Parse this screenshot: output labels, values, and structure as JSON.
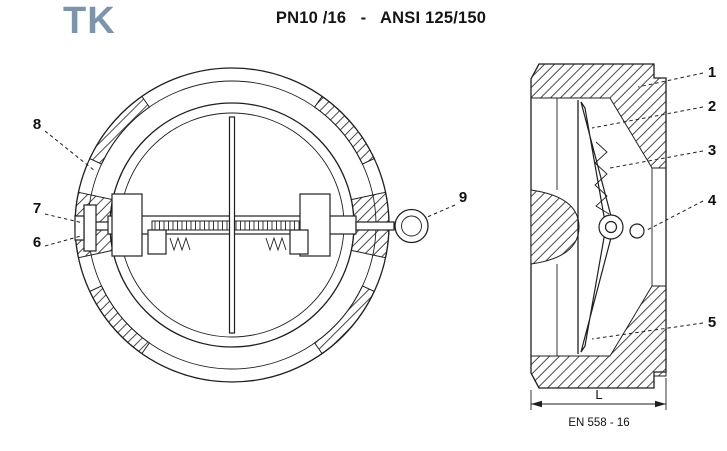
{
  "header": {
    "logo": "TK",
    "title": "PN10 /16   -   ANSI 125/150"
  },
  "callouts": {
    "n1": "1",
    "n2": "2",
    "n3": "3",
    "n4": "4",
    "n5": "5",
    "n6": "6",
    "n7": "7",
    "n8": "8",
    "n9": "9"
  },
  "dimension": {
    "length_label": "L",
    "standard": "EN 558 - 16"
  },
  "colors": {
    "ink": "#1f1f1f",
    "logo_blue": "#7d95ac",
    "hatch_line": "#4a4a4a"
  }
}
